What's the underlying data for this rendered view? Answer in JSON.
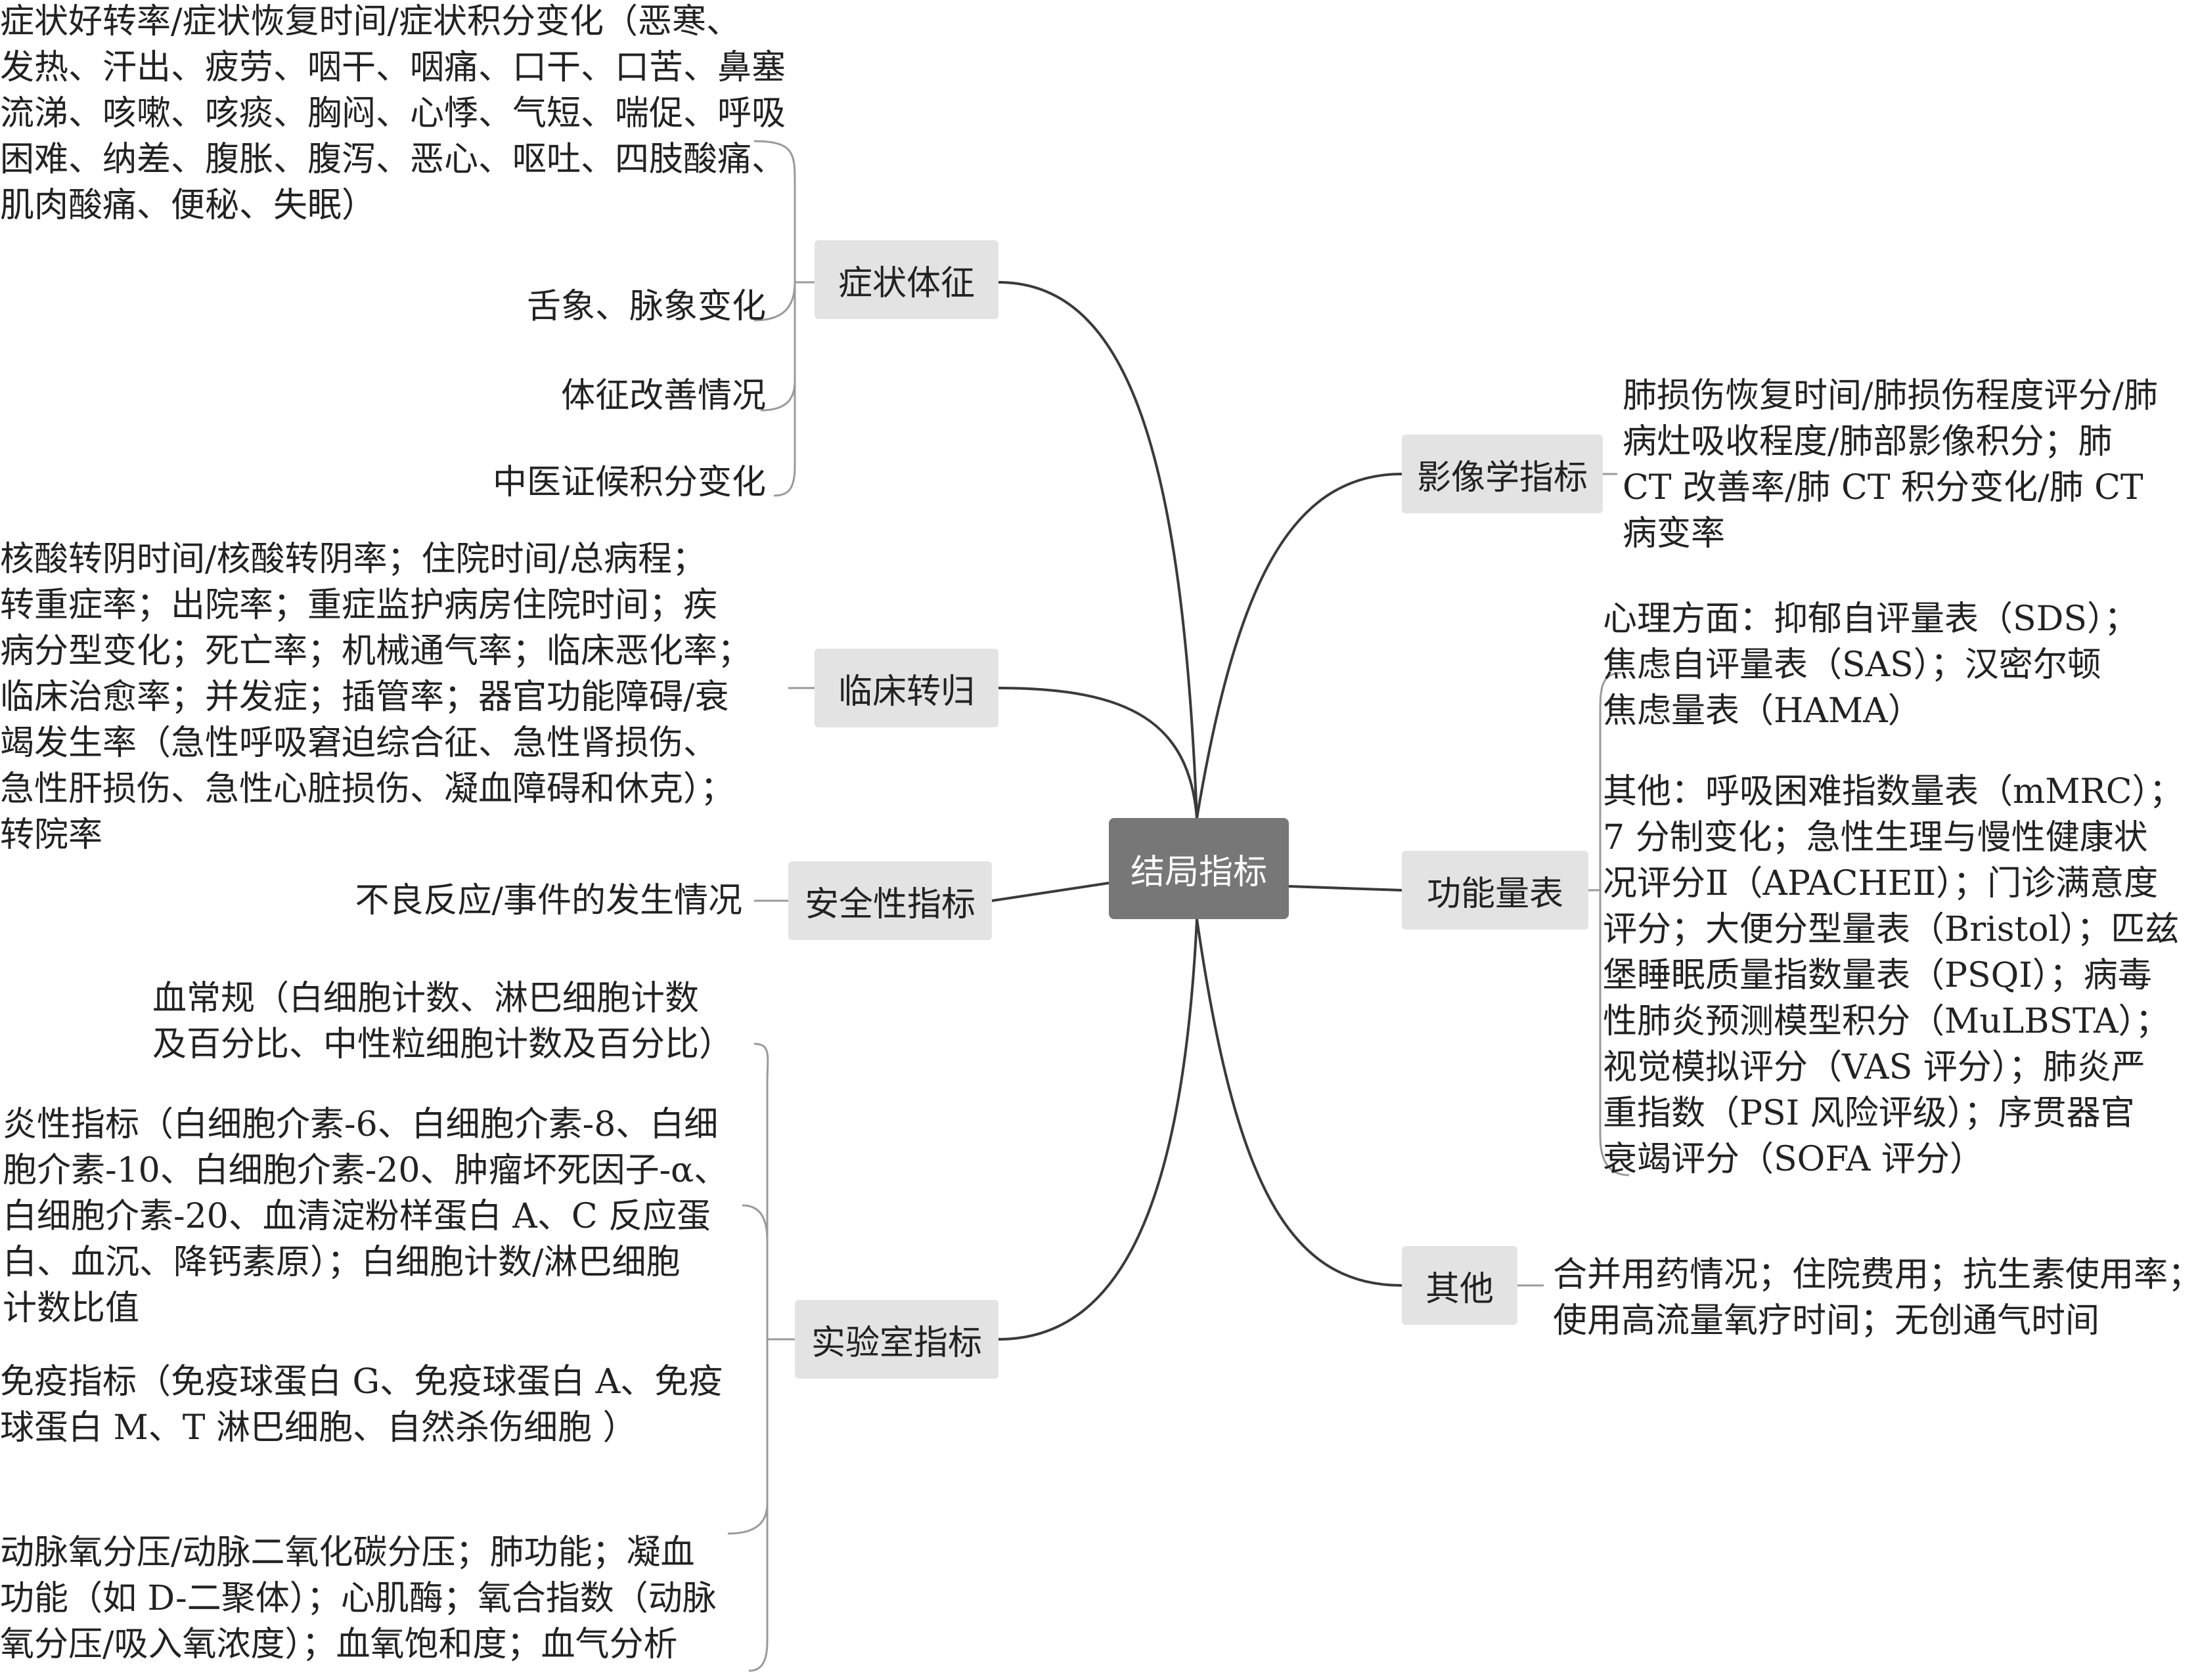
{
  "diagram": {
    "center": "结局指标",
    "branches": {
      "symptoms": {
        "label": "症状体征",
        "leaves": [
          [
            "症状好转率/症状恢复时间/症状积分变化（恶寒、",
            "发热、汗出、疲劳、咽干、咽痛、口干、口苦、鼻塞",
            "流涕、咳嗽、咳痰、胸闷、心悸、气短、喘促、呼吸",
            "困难、纳差、腹胀、腹泻、恶心、呕吐、四肢酸痛、",
            "肌肉酸痛、便秘、失眠）"
          ],
          [
            "舌象、脉象变化"
          ],
          [
            "体征改善情况"
          ],
          [
            "中医证候积分变化"
          ]
        ]
      },
      "clinical": {
        "label": "临床转归",
        "leaves": [
          [
            "核酸转阴时间/核酸转阴率；住院时间/总病程；",
            "转重症率；出院率；重症监护病房住院时间；疾",
            "病分型变化；死亡率；机械通气率；临床恶化率；",
            "临床治愈率；并发症；插管率；器官功能障碍/衰",
            "竭发生率（急性呼吸窘迫综合征、急性肾损伤、",
            "急性肝损伤、急性心脏损伤、凝血障碍和休克）；",
            "转院率"
          ]
        ]
      },
      "safety": {
        "label": "安全性指标",
        "leaves": [
          [
            "不良反应/事件的发生情况"
          ]
        ]
      },
      "lab": {
        "label": "实验室指标",
        "leaves": [
          [
            "血常规（白细胞计数、淋巴细胞计数",
            "及百分比、中性粒细胞计数及百分比）"
          ],
          [
            "炎性指标（白细胞介素-6、白细胞介素-8、白细",
            "胞介素-10、白细胞介素-20、肿瘤坏死因子-α、",
            "白细胞介素-20、血清淀粉样蛋白 A、C 反应蛋",
            "白、血沉、降钙素原）；白细胞计数/淋巴细胞",
            "计数比值"
          ],
          [
            "免疫指标（免疫球蛋白 G、免疫球蛋白 A、免疫",
            "球蛋白 M、T 淋巴细胞、自然杀伤细胞 ）"
          ],
          [
            "动脉氧分压/动脉二氧化碳分压；肺功能；凝血",
            "功能（如 D-二聚体）；心肌酶；氧合指数（动脉",
            "氧分压/吸入氧浓度）；血氧饱和度；血气分析"
          ]
        ]
      },
      "imaging": {
        "label": "影像学指标",
        "leaves": [
          [
            "肺损伤恢复时间/肺损伤程度评分/肺",
            "病灶吸收程度/肺部影像积分；肺",
            "CT 改善率/肺 CT 积分变化/肺 CT",
            "病变率"
          ]
        ]
      },
      "function": {
        "label": "功能量表",
        "leaves": [
          [
            "心理方面：抑郁自评量表（SDS）；",
            "焦虑自评量表（SAS）；汉密尔顿",
            "焦虑量表（HAMA）"
          ],
          [
            "其他：呼吸困难指数量表（mMRC）；",
            "7 分制变化；急性生理与慢性健康状",
            "况评分Ⅱ（APACHEⅡ）；门诊满意度",
            "评分；大便分型量表（Bristol）；匹兹",
            "堡睡眠质量指数量表（PSQI）；病毒",
            "性肺炎预测模型积分（MuLBSTA）；",
            "视觉模拟评分（VAS 评分）；肺炎严",
            "重指数（PSI 风险评级）；序贯器官",
            "衰竭评分（SOFA 评分）"
          ]
        ]
      },
      "other": {
        "label": "其他",
        "leaves": [
          [
            "合并用药情况；住院费用；抗生素使用率；",
            "使用高流量氧疗时间；无创通气时间"
          ]
        ]
      }
    }
  },
  "colors": {
    "center_fill": "#777777",
    "node_fill": "#e3e3e3",
    "connector": "#3a3a3a",
    "bracket": "#9a9a9a"
  }
}
